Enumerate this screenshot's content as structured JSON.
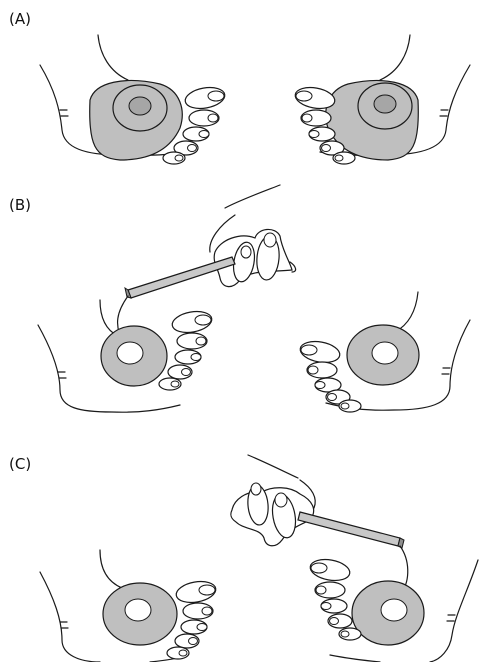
{
  "panels": [
    {
      "label": "(A)"
    },
    {
      "label": "(B)"
    },
    {
      "label": "(C)"
    }
  ],
  "colors": {
    "sole_fill": "#bfbfbf",
    "center_fill": "#a6a6a6",
    "line": "#1a1a1a",
    "probe_fill": "#c8c8c8"
  },
  "icons": [
    "left-foot-icon",
    "right-foot-icon",
    "hand-icon",
    "probe-stick-icon"
  ]
}
